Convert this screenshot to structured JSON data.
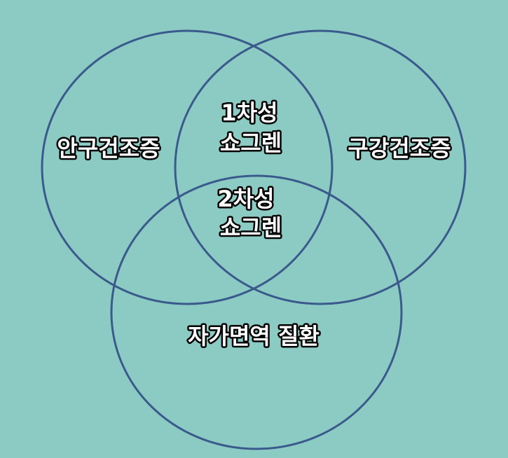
{
  "colors": {
    "background": "#8ccbc4",
    "circle_stroke": "#3a5a8c",
    "label_fill": "#ffffff",
    "label_outline": "#000000"
  },
  "diagram": {
    "type": "venn",
    "sets": {
      "left": "안구건조증",
      "right": "구강건조증",
      "bottom": "자가면역 질환"
    },
    "intersections": {
      "left_right": {
        "line1": "1차성",
        "line2": "쇼그렌"
      },
      "all_three": {
        "line1": "2차성",
        "line2": "쇼그렌"
      }
    }
  }
}
